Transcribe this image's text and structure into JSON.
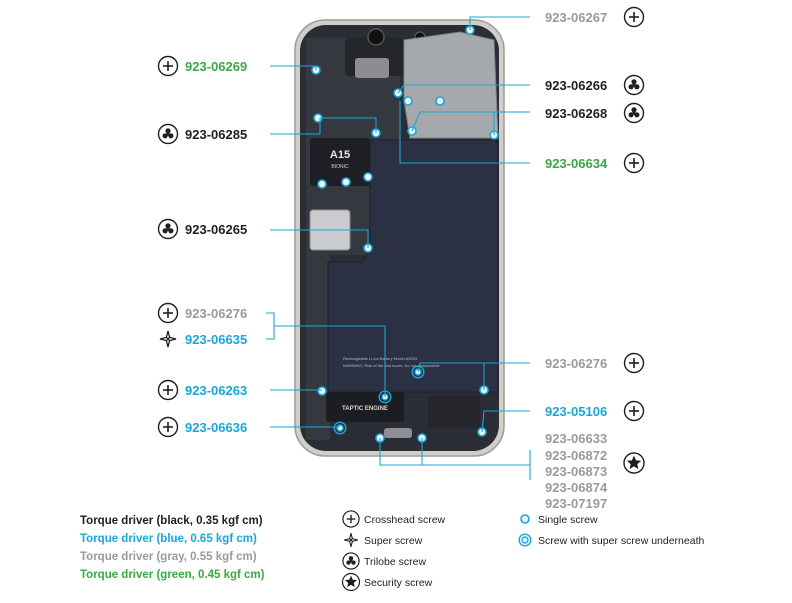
{
  "colors": {
    "black": "#1f1f1f",
    "blue": "#1aa6d6",
    "gray": "#9a9a9a",
    "green": "#3aa845",
    "phone_frame": "#c9c8c2",
    "battery": "#2a2f3f",
    "board": "#31333b",
    "shield": "#a9acaf"
  },
  "labels": {
    "l1": {
      "text": "923-06269",
      "color": "green",
      "icon": "crosshead-icon"
    },
    "l2": {
      "text": "923-06285",
      "color": "black",
      "icon": "trilobe-icon"
    },
    "l3": {
      "text": "923-06265",
      "color": "black",
      "icon": "trilobe-icon"
    },
    "l4": {
      "text": "923-06276",
      "color": "gray",
      "icon": "crosshead-icon"
    },
    "l5": {
      "text": "923-06635",
      "color": "blue",
      "icon": "super-screw-icon"
    },
    "l6": {
      "text": "923-06263",
      "color": "blue",
      "icon": "crosshead-icon"
    },
    "l7": {
      "text": "923-06636",
      "color": "blue",
      "icon": "crosshead-icon"
    },
    "r1": {
      "text": "923-06267",
      "color": "gray",
      "icon": "crosshead-icon"
    },
    "r2": {
      "text": "923-06266",
      "color": "black",
      "icon": "trilobe-icon"
    },
    "r3": {
      "text": "923-06268",
      "color": "black",
      "icon": "trilobe-icon"
    },
    "r4": {
      "text": "923-06634",
      "color": "green",
      "icon": "crosshead-icon"
    },
    "r5": {
      "text": "923-06276",
      "color": "gray",
      "icon": "crosshead-icon"
    },
    "r6": {
      "text": "923-05106",
      "color": "blue",
      "icon": "crosshead-icon"
    },
    "r7": {
      "text": "923-06633",
      "color": "gray"
    },
    "r8": {
      "text": "923-06872",
      "color": "gray"
    },
    "r9": {
      "text": "923-06873",
      "color": "gray"
    },
    "r10": {
      "text": "923-06874",
      "color": "gray"
    },
    "r11": {
      "text": "923-07197",
      "color": "gray"
    },
    "security_icon": "security-screw-icon"
  },
  "chip": {
    "brand": "A15",
    "sub": "BIONIC"
  },
  "battery_text": "Rechargeable Li-ion Battery Model A2653",
  "battery_warning": "WARNING: Risk of fire and burns. Do not disassemble.",
  "taptic": "TAPTIC ENGINE",
  "legend": {
    "torque": [
      {
        "text": "Torque driver (black, 0.35 kgf cm)",
        "color": "black"
      },
      {
        "text": "Torque driver (blue, 0.65 kgf cm)",
        "color": "blue"
      },
      {
        "text": "Torque driver (gray, 0.55 kgf cm)",
        "color": "gray"
      },
      {
        "text": "Torque driver (green, 0.45 kgf cm)",
        "color": "green"
      }
    ],
    "types": [
      {
        "text": "Crosshead screw",
        "icon": "crosshead-icon"
      },
      {
        "text": "Super screw",
        "icon": "super-screw-icon"
      },
      {
        "text": "Trilobe screw",
        "icon": "trilobe-icon"
      },
      {
        "text": "Security screw",
        "icon": "security-screw-icon"
      }
    ],
    "markers": [
      {
        "text": "Single screw",
        "icon": "single-screw-marker-icon"
      },
      {
        "text": "Screw with super screw underneath",
        "icon": "double-screw-marker-icon"
      }
    ]
  }
}
